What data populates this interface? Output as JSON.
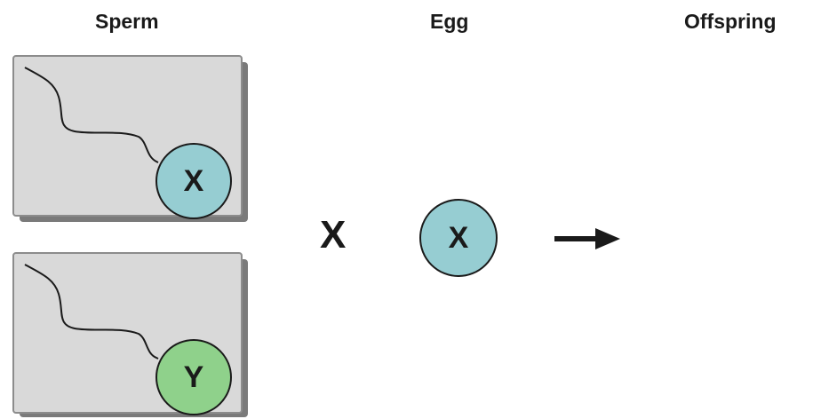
{
  "headings": {
    "sperm": "Sperm",
    "egg": "Egg",
    "offspring": "Offspring"
  },
  "sperm": [
    {
      "chromosome": "X",
      "color": "#96cdd2"
    },
    {
      "chromosome": "Y",
      "color": "#8fd18b"
    }
  ],
  "cross": "X",
  "egg": {
    "chromosome": "X",
    "color": "#96cdd2"
  },
  "colors": {
    "panel": "#d9d9d9",
    "panel_shadow": "#7a7a7a",
    "outline": "#1a1a1a"
  },
  "icons": {
    "arrow": "right-arrow-icon",
    "tail": "sperm-tail-icon"
  }
}
